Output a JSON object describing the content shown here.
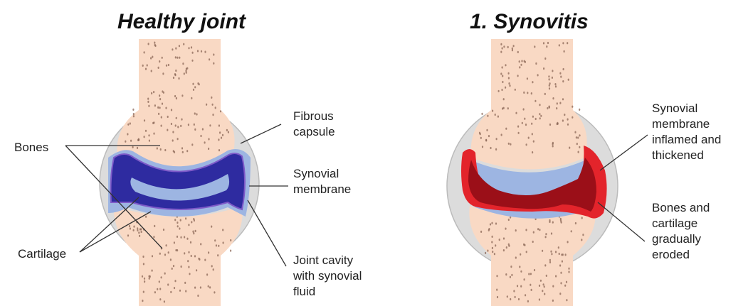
{
  "colors": {
    "bone": "#f9d9c4",
    "bone_dots": "#8a6656",
    "capsule": "#dcdcdc",
    "capsule_outline": "#bbbbbb",
    "synovial_membrane": "#9db5e2",
    "fluid_healthy": "#2e2ba0",
    "fluid_healthy_rim": "#7e5ac8",
    "inflamed_outer": "#e3242b",
    "inflamed_inner": "#9b0f18",
    "text": "#222222",
    "background": "#ffffff"
  },
  "panels": {
    "healthy": {
      "title": "Healthy joint",
      "labels": {
        "bones": "Bones",
        "cartilage": "Cartilage",
        "fibrous_capsule": [
          "Fibrous",
          "capsule"
        ],
        "synovial_membrane": [
          "Synovial",
          "membrane"
        ],
        "joint_cavity": [
          "Joint cavity",
          "with synovial",
          "fluid"
        ]
      }
    },
    "synovitis": {
      "title": "1. Synovitis",
      "labels": {
        "membrane_inflamed": [
          "Synovial",
          "membrane",
          "inflamed and",
          "thickened"
        ],
        "bones_eroded": [
          "Bones and",
          "cartilage",
          "gradually",
          "eroded"
        ]
      }
    }
  }
}
